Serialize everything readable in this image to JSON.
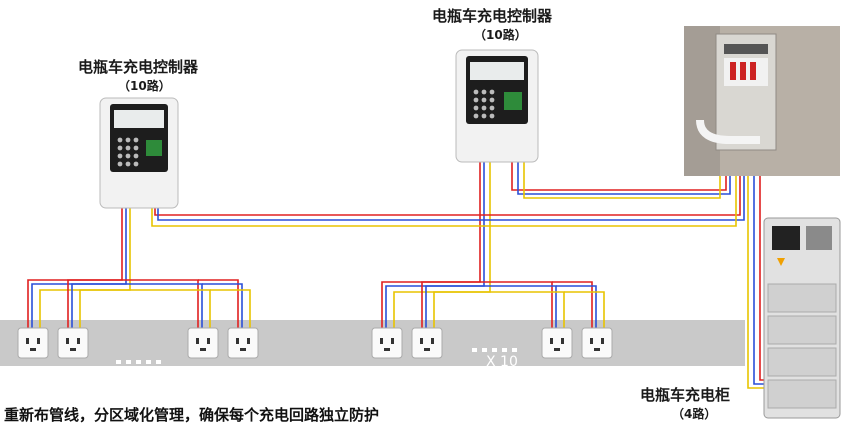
{
  "controllers": [
    {
      "title": "电瓶车充电控制器",
      "subtitle": "（10路）"
    },
    {
      "title": "电瓶车充电控制器",
      "subtitle": "（10路）"
    }
  ],
  "cabinet": {
    "title": "电瓶车充电柜",
    "subtitle": "（4路）"
  },
  "multiplier": "X 10",
  "caption": "重新布管线，分区域化管理，确保每个充电回路独立防护",
  "colors": {
    "red": "#e02020",
    "blue": "#2a4fd8",
    "yellow": "#e8c400",
    "strip": "#c9c9c9",
    "panel": "#b8b0a6"
  }
}
